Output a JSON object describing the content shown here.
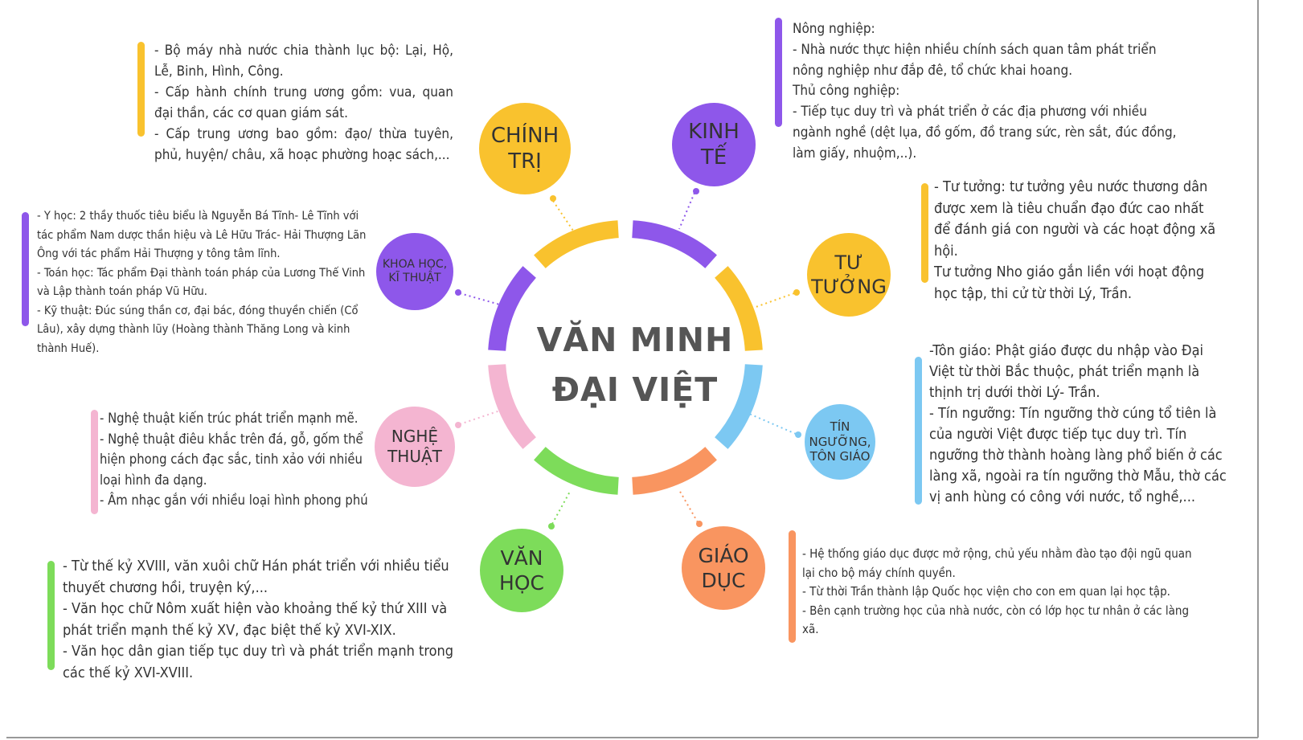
{
  "center": {
    "line1": "VĂN MINH",
    "line2": "ĐẠI VIỆT"
  },
  "colors": {
    "chinh_tri": "#f9c22e",
    "kinh_te": "#8e57ea",
    "tu_tuong": "#f9c22e",
    "tin_nguong": "#7cc8f2",
    "giao_duc": "#f99560",
    "van_hoc": "#7ddc5a",
    "nghe_thuat": "#f4b5d1",
    "khoa_hoc": "#8e57ea"
  },
  "topics": {
    "chinh_tri": {
      "label1": "CHÍNH",
      "label2": "TRỊ",
      "note": "- Bộ máy nhà nước chia thành lục bộ: Lại, Hộ, Lễ, Binh, Hình, Công.\n- Cấp hành chính trung ương gồm: vua, quan đại thần, các cơ quan giám sát.\n- Cấp trung ương bao gồm: đạo/ thừa tuyên, phủ, huyện/ châu, xã hoạc phường hoạc sách,..."
    },
    "kinh_te": {
      "label1": "KINH",
      "label2": "TẾ",
      "note": " Nông nghiệp:\n- Nhà nước thực hiện nhiều chính sách quan tâm phát triển nông nghiệp như đắp đê, tổ chức khai hoang.\nThủ công nghiệp:\n- Tiếp tục duy trì và phát triển ở các địa phương với nhiều ngành nghề (dệt lụa, đồ gốm, đồ trang sức, rèn sắt, đúc đồng, làm giấy, nhuộm,..)."
    },
    "tu_tuong": {
      "label1": "TƯ",
      "label2": "TƯỞNG",
      "note": "- Tư tưởng: tư tưởng yêu nước thương dân được xem là tiêu chuẩn đạo đức cao nhất để đánh giá con người và các hoạt động xã hội.\nTư tưởng Nho giáo gắn liền với hoạt động học tập, thi cử từ thời Lý, Trần."
    },
    "tin_nguong": {
      "label1": "TÍN",
      "label2": "NGƯỠNG,",
      "label3": "TÔN GIÁO",
      "note": "-Tôn giáo: Phật giáo được du nhập vào Đại Việt từ thời Bắc thuộc, phát triển mạnh là thịnh trị dưới thời Lý- Trần.\n- Tín ngưỡng: Tín ngưỡng thờ cúng tổ tiên là của người Việt được tiếp tục duy trì. Tín ngưỡng thờ thành hoàng làng phổ biến ở các làng xã, ngoài ra tín ngưỡng thờ Mẫu, thờ các vị anh hùng có công với nước, tổ nghề,..."
    },
    "giao_duc": {
      "label1": "GIÁO",
      "label2": "DỤC",
      "note": "- Hệ thống giáo dục được mở rộng, chủ yếu nhằm đào tạo đội ngũ quan lại cho bộ máy chính quyền.\n- Từ thời Trần thành lập Quốc học viện cho con em quan lại học tập.\n- Bên cạnh trường học của nhà nước, còn có lớp học tư nhân ở các làng xã."
    },
    "van_hoc": {
      "label1": "VĂN",
      "label2": "HỌC",
      "note": "- Từ thế kỷ XVIII, văn xuôi chữ Hán phát triển với nhiều tiểu thuyết chương hồi, truyện ký,...\n- Văn học chữ Nôm xuất hiện vào khoảng thế kỷ thứ XIII và phát triển mạnh thế kỷ XV, đạc biệt thế kỷ XVI-XIX.\n- Văn học dân gian tiếp tục duy trì và phát triển mạnh trong các thế kỷ XVI-XVIII."
    },
    "nghe_thuat": {
      "label1": "NGHỆ",
      "label2": "THUẬT",
      "note": "- Nghệ thuật kiến trúc phát triển mạnh mẽ.\n- Nghệ thuật điêu khắc trên đá, gỗ, gốm thể hiện phong cách đạc sắc, tinh xảo với nhiều loại hình đa dạng.\n-  Âm nhạc gắn với nhiều loại hình phong phú"
    },
    "khoa_hoc": {
      "label1": "KHOA HỌC,",
      "label2": "KĨ THUẬT",
      "note": "- Y học: 2 thầy thuốc tiêu biểu là Nguyễn Bá Tĩnh- Lê Tĩnh với tác phẩm Nam dược thần hiệu và Lê Hữu Trác- Hải Thượng Lãn Ông với tác phẩm Hải Thượng y tông tâm lĩnh.\n- Toán học: Tác phẩm Đại thành toán pháp của Lương Thế Vinh và Lập thành toán pháp Vũ Hữu.\n- Kỹ thuật: Đúc súng thần cơ, đại bác, đóng thuyền chiến (Cổ Lâu), xây dựng thành lũy (Hoàng thành Thăng Long và kinh thành Huế)."
    }
  }
}
